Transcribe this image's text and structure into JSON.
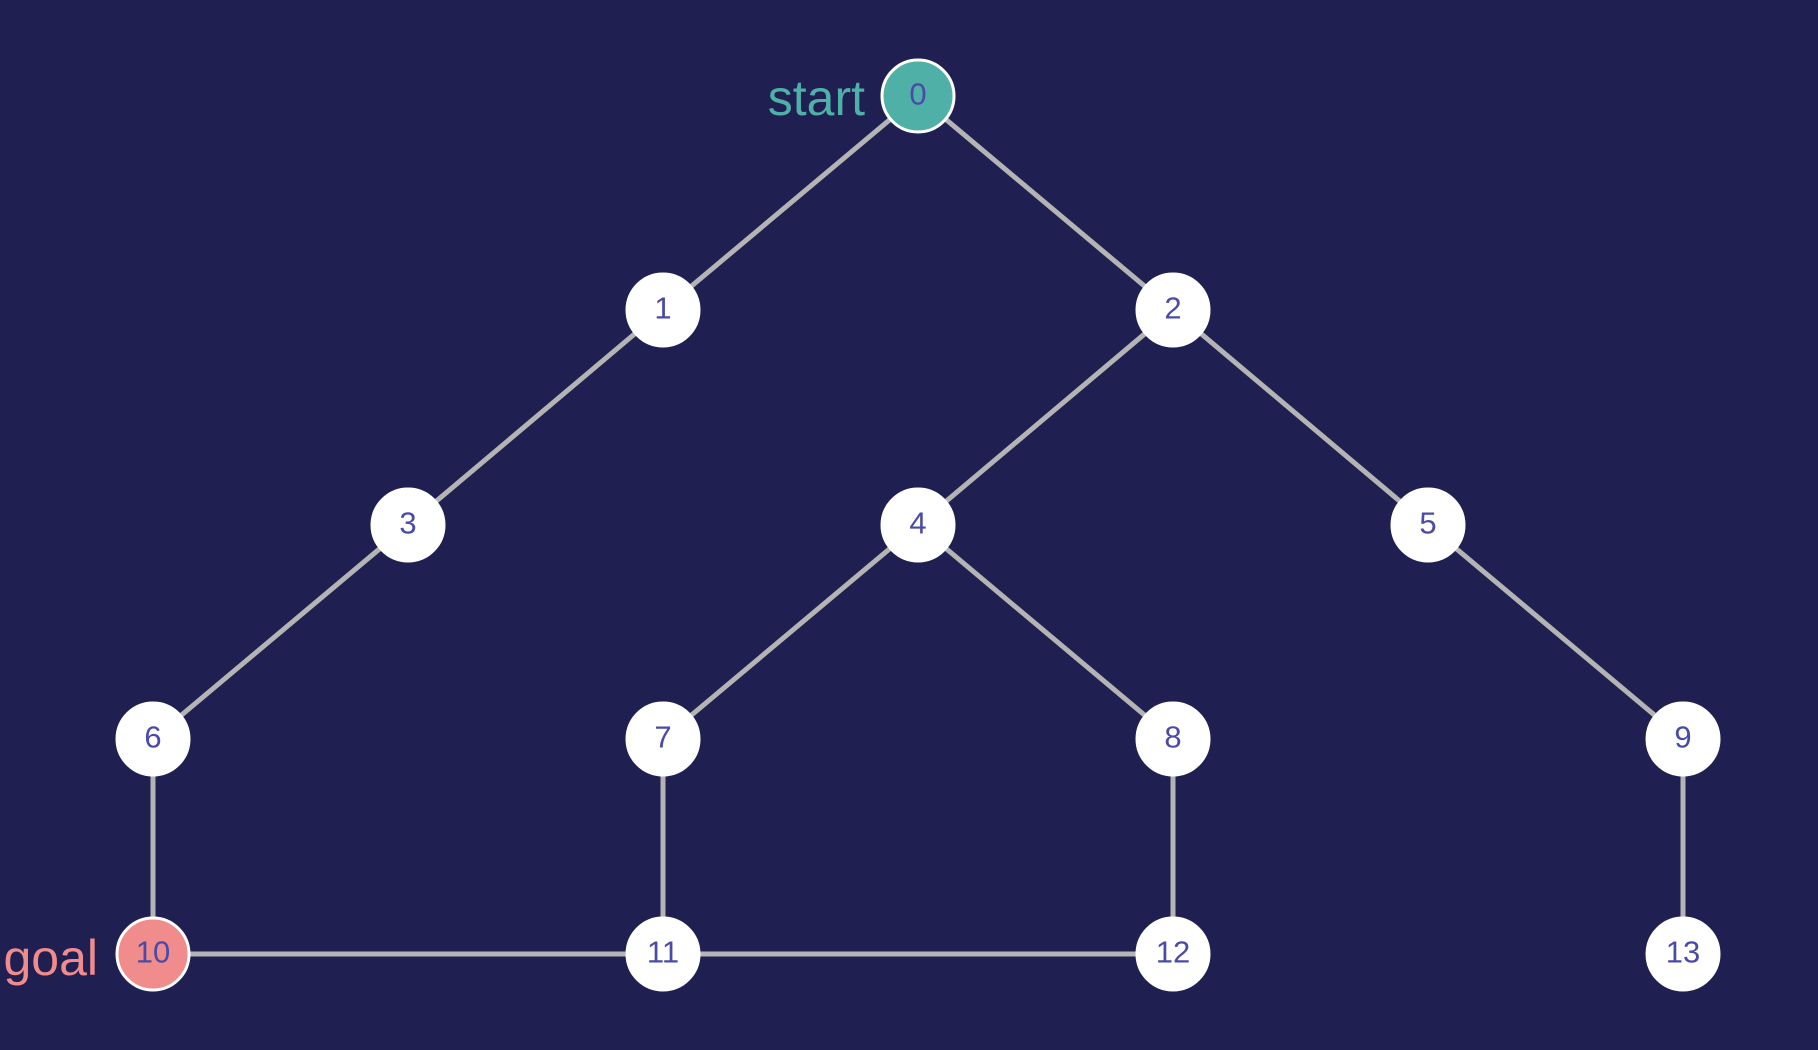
{
  "colors": {
    "background": "#1f1f52",
    "edge": "#b4b4b4",
    "node_fill": "#ffffff",
    "node_text": "#4a4aa8",
    "start": "#4fb0a8",
    "goal": "#f08c8c"
  },
  "graph": {
    "nodes": [
      {
        "id": "0",
        "label": "0",
        "role": "start"
      },
      {
        "id": "1",
        "label": "1"
      },
      {
        "id": "2",
        "label": "2"
      },
      {
        "id": "3",
        "label": "3"
      },
      {
        "id": "4",
        "label": "4"
      },
      {
        "id": "5",
        "label": "5"
      },
      {
        "id": "6",
        "label": "6"
      },
      {
        "id": "7",
        "label": "7"
      },
      {
        "id": "8",
        "label": "8"
      },
      {
        "id": "9",
        "label": "9"
      },
      {
        "id": "10",
        "label": "10",
        "role": "goal"
      },
      {
        "id": "11",
        "label": "11"
      },
      {
        "id": "12",
        "label": "12"
      },
      {
        "id": "13",
        "label": "13"
      }
    ],
    "edges": [
      [
        "0",
        "1"
      ],
      [
        "0",
        "2"
      ],
      [
        "1",
        "3"
      ],
      [
        "2",
        "4"
      ],
      [
        "2",
        "5"
      ],
      [
        "3",
        "6"
      ],
      [
        "4",
        "7"
      ],
      [
        "4",
        "8"
      ],
      [
        "5",
        "9"
      ],
      [
        "6",
        "10"
      ],
      [
        "7",
        "11"
      ],
      [
        "8",
        "12"
      ],
      [
        "9",
        "13"
      ],
      [
        "10",
        "11"
      ],
      [
        "11",
        "12"
      ]
    ]
  },
  "markers": {
    "start": {
      "label": "start",
      "node": "0"
    },
    "goal": {
      "label": "goal",
      "node": "10"
    }
  }
}
